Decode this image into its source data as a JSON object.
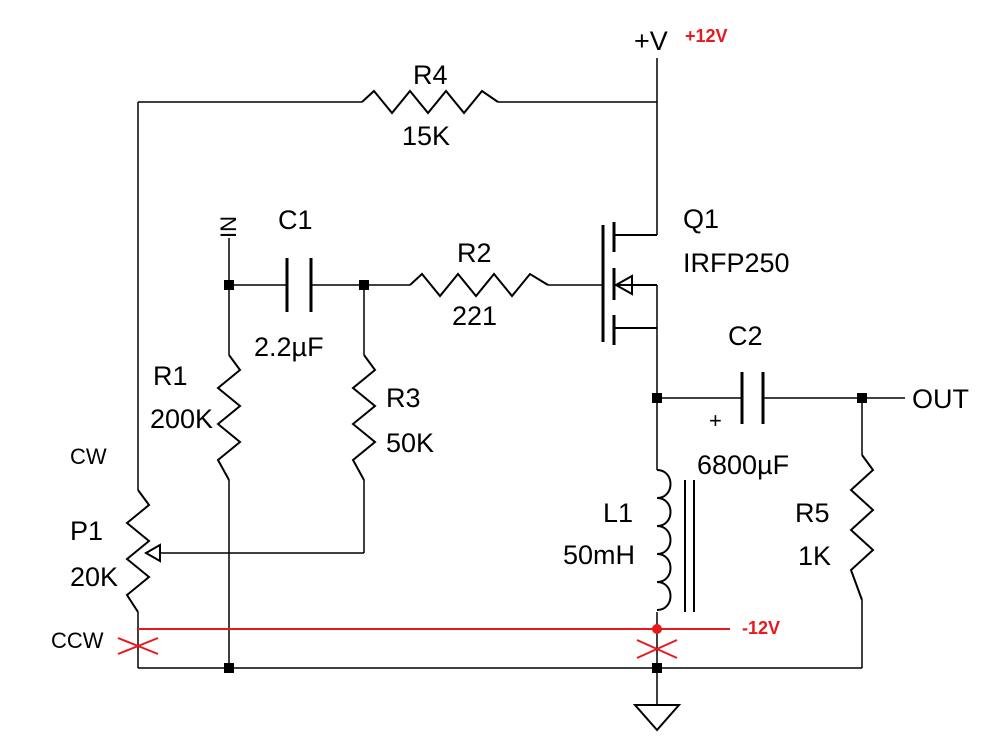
{
  "labels": {
    "supply": "+V",
    "supply_voltage": "+12V",
    "neg_voltage": "-12V",
    "input": "IN",
    "output": "OUT",
    "cw": "CW",
    "ccw": "CCW",
    "cap_polarity": "+"
  },
  "components": {
    "r4": {
      "ref": "R4",
      "value": "15K"
    },
    "c1": {
      "ref": "C1",
      "value": "2.2µF"
    },
    "r2": {
      "ref": "R2",
      "value": "221"
    },
    "q1": {
      "ref": "Q1",
      "value": "IRFP250"
    },
    "r1": {
      "ref": "R1",
      "value": "200K"
    },
    "r3": {
      "ref": "R3",
      "value": "50K"
    },
    "c2": {
      "ref": "C2",
      "value": "6800µF"
    },
    "l1": {
      "ref": "L1",
      "value": "50mH"
    },
    "r5": {
      "ref": "R5",
      "value": "1K"
    },
    "p1": {
      "ref": "P1",
      "value": "20K"
    }
  },
  "colors": {
    "wire": "#000000",
    "annotation": "#e8191d"
  }
}
